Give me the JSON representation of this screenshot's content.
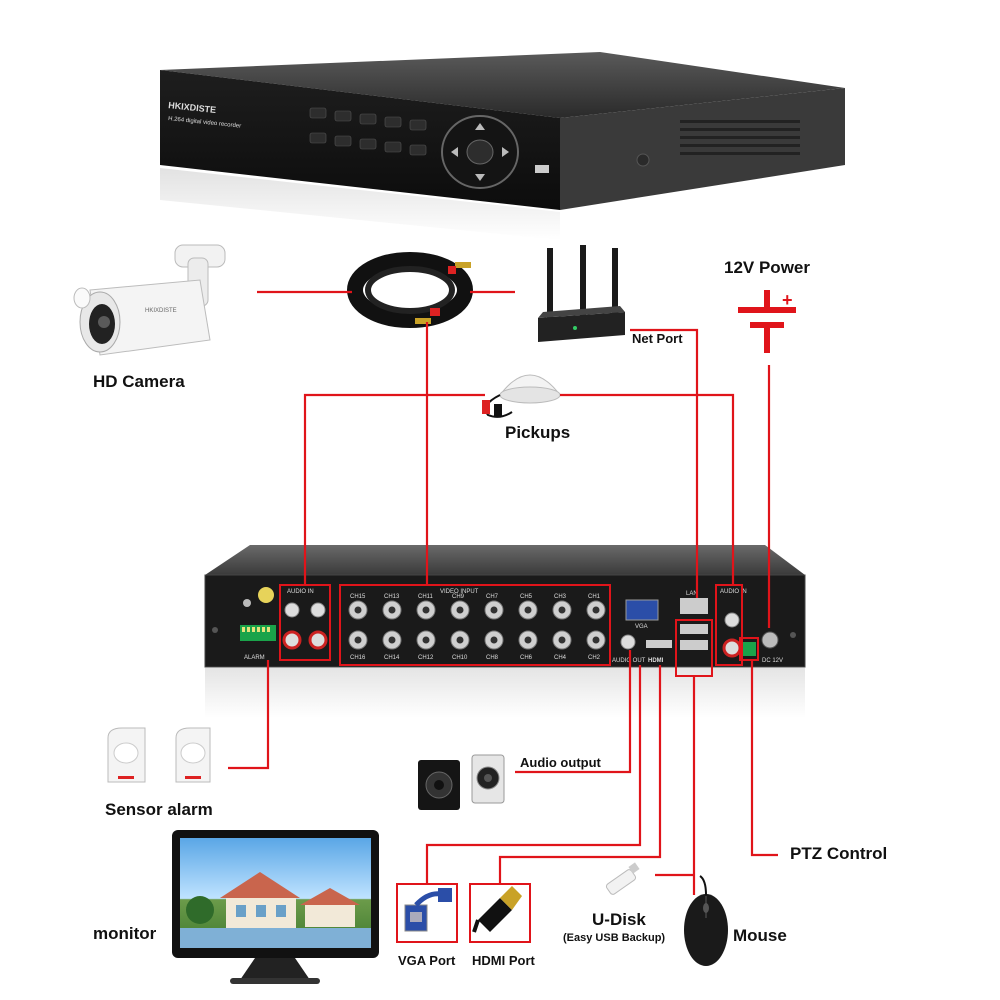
{
  "labels": {
    "power": "12V Power",
    "camera": "HD Camera",
    "net_port": "Net Port",
    "pickups": "Pickups",
    "audio_output": "Audio output",
    "sensor_alarm": "Sensor alarm",
    "ptz_control": "PTZ Control",
    "monitor": "monitor",
    "udisk": "U-Disk",
    "udisk_note": "(Easy USB Backup)",
    "mouse": "Mouse",
    "vga_port": "VGA Port",
    "hdmi_port": "HDMI Port"
  },
  "device": {
    "brand": "HKIXDISTE",
    "subtitle": "H.264 digital video recorder",
    "audio_in_header": "AUDIO IN",
    "video_input_header": "VIDEO INPUT",
    "video_channels_top": [
      "CH15",
      "CH13",
      "CH11",
      "CH9",
      "CH7",
      "CH5",
      "CH3",
      "CH1"
    ],
    "video_channels_bottom": [
      "CH16",
      "CH14",
      "CH12",
      "CH10",
      "CH8",
      "CH6",
      "CH4",
      "CH2"
    ],
    "vga": "VGA",
    "audio_out": "AUDIO OUT",
    "hdmi": "HDMI",
    "lan": "LAN",
    "dc": "DC 12V",
    "alarm": "ALARM",
    "camera_brand": "HKIXDISTE"
  },
  "colors": {
    "line": "#e0141a",
    "device_body": "#2b2b2b",
    "panel": "#1a1a1a"
  }
}
